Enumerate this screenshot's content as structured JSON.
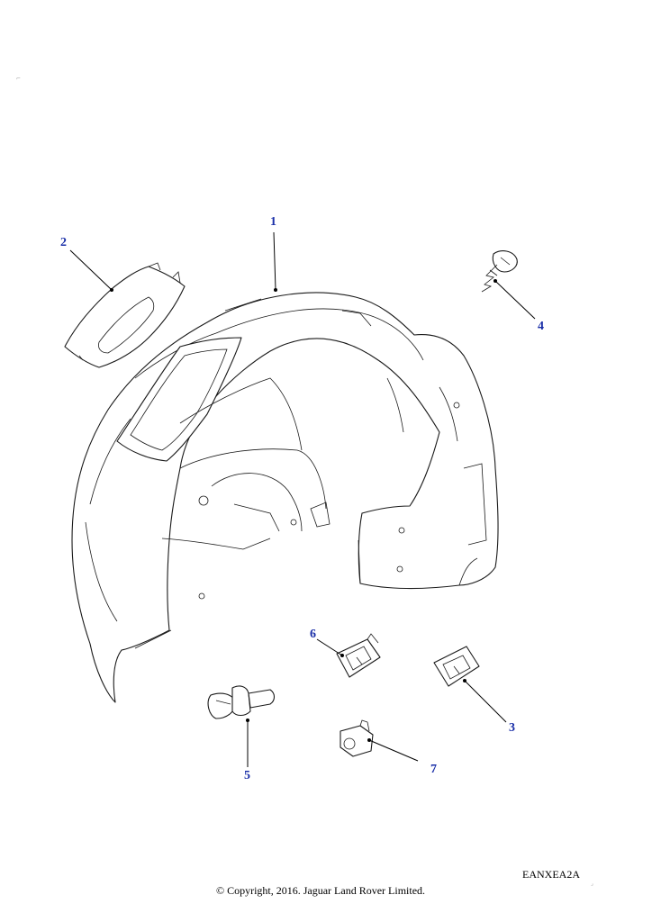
{
  "callouts": [
    {
      "id": "1",
      "label": "1"
    },
    {
      "id": "2",
      "label": "2"
    },
    {
      "id": "3",
      "label": "3"
    },
    {
      "id": "4",
      "label": "4"
    },
    {
      "id": "5",
      "label": "5"
    },
    {
      "id": "6",
      "label": "6"
    },
    {
      "id": "7",
      "label": "7"
    }
  ],
  "reference_code": "EANXEA2A",
  "copyright": "© Copyright, 2016. Jaguar Land Rover Limited.",
  "colors": {
    "callout": "#1a2fa8",
    "line": "#1a1a1a"
  }
}
